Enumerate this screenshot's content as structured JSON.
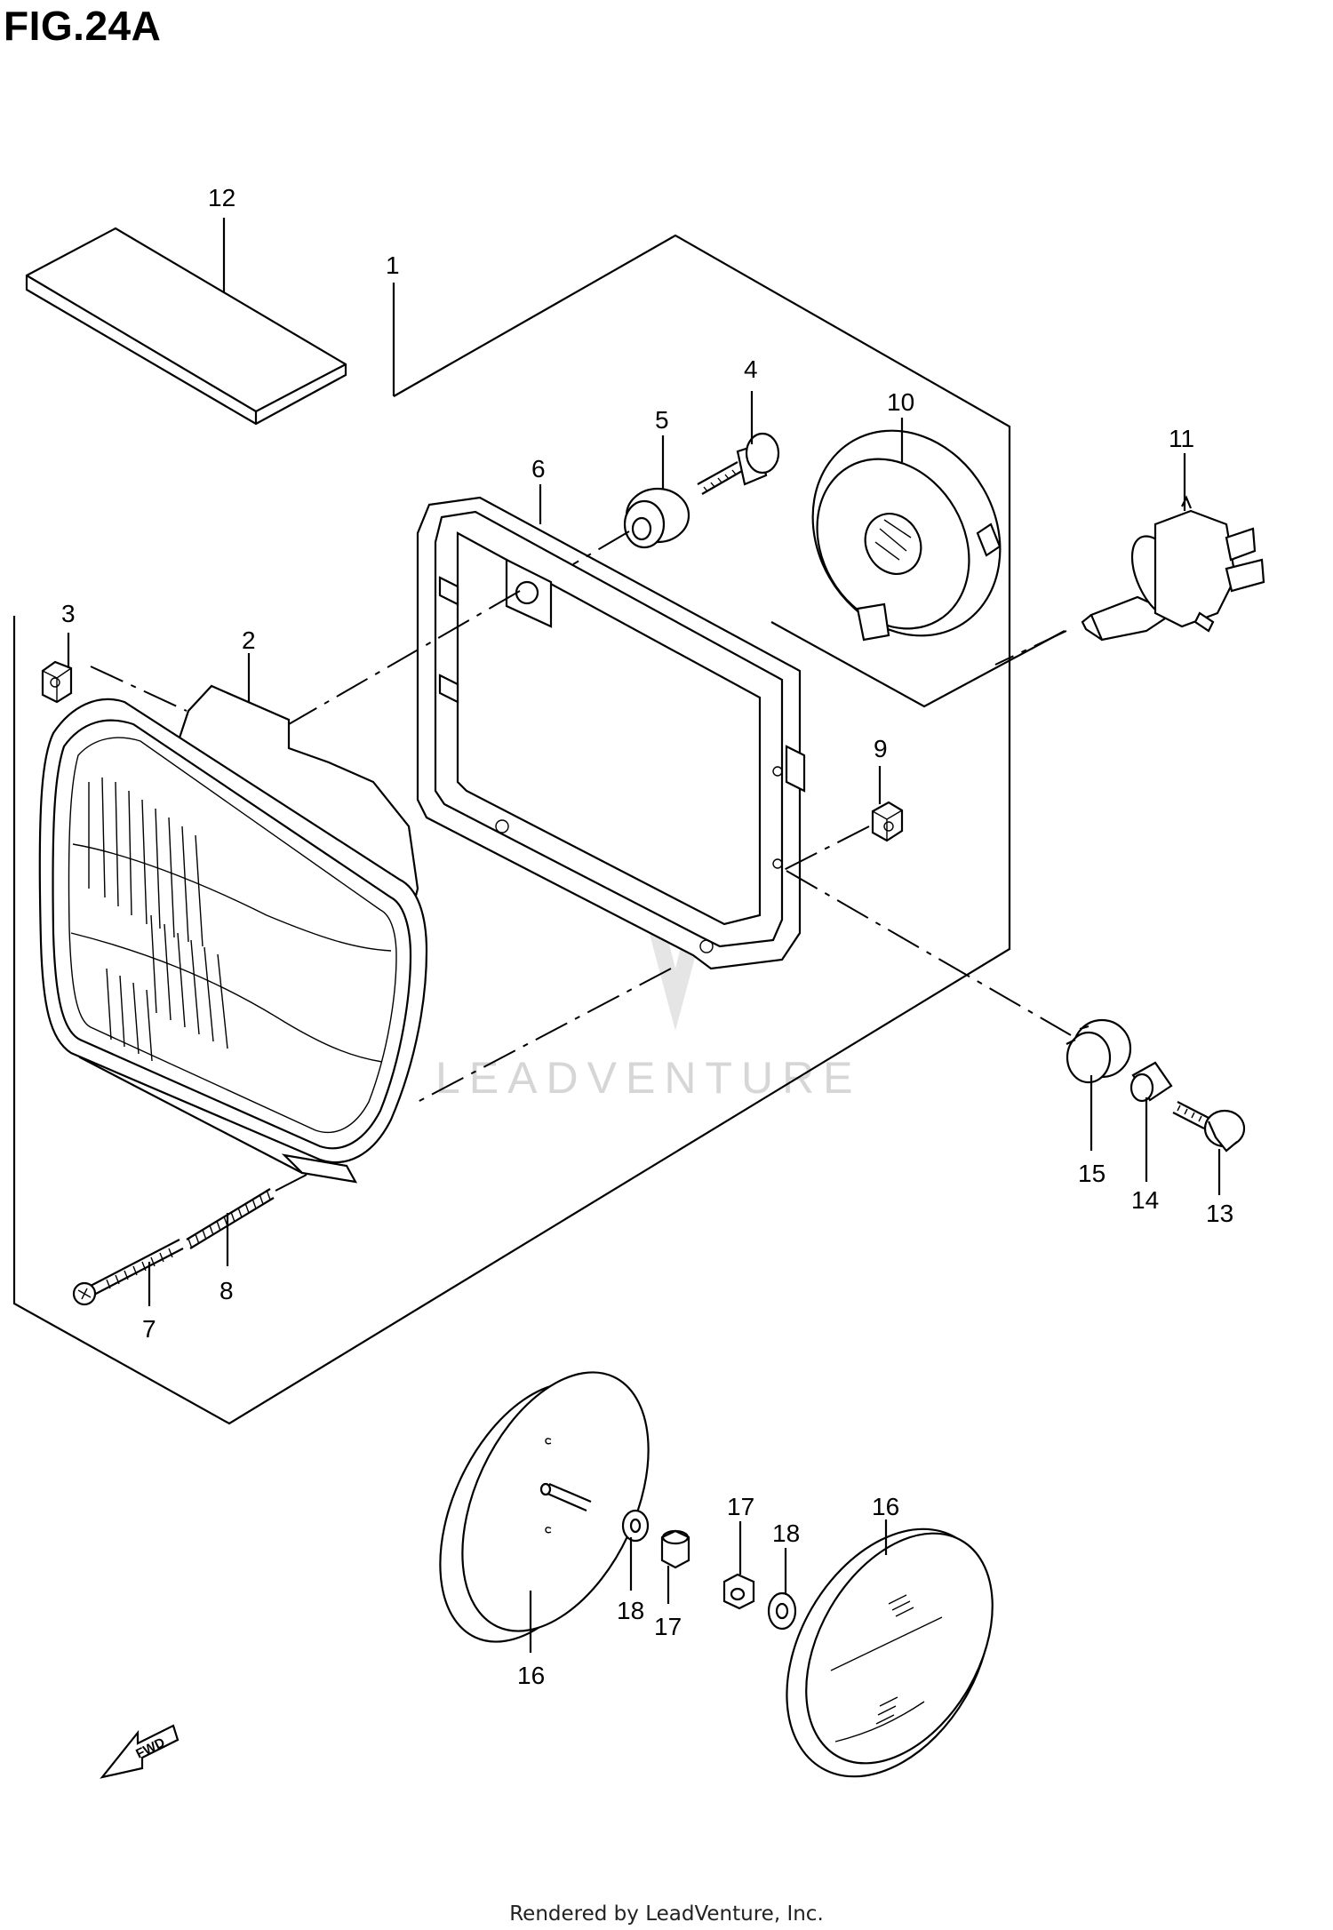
{
  "title": "FIG.24A",
  "footer": "Rendered by LeadVenture, Inc.",
  "watermark": "LEADVENTURE",
  "fwd_label": "FWD",
  "labels": {
    "p1": "1",
    "p2": "2",
    "p3": "3",
    "p4": "4",
    "p5": "5",
    "p6": "6",
    "p7": "7",
    "p8": "8",
    "p9": "9",
    "p10": "10",
    "p11": "11",
    "p12": "12",
    "p13": "13",
    "p14": "14",
    "p15": "15",
    "p16a": "16",
    "p16b": "16",
    "p17a": "17",
    "p17b": "17",
    "p18a": "18",
    "p18b": "18"
  }
}
